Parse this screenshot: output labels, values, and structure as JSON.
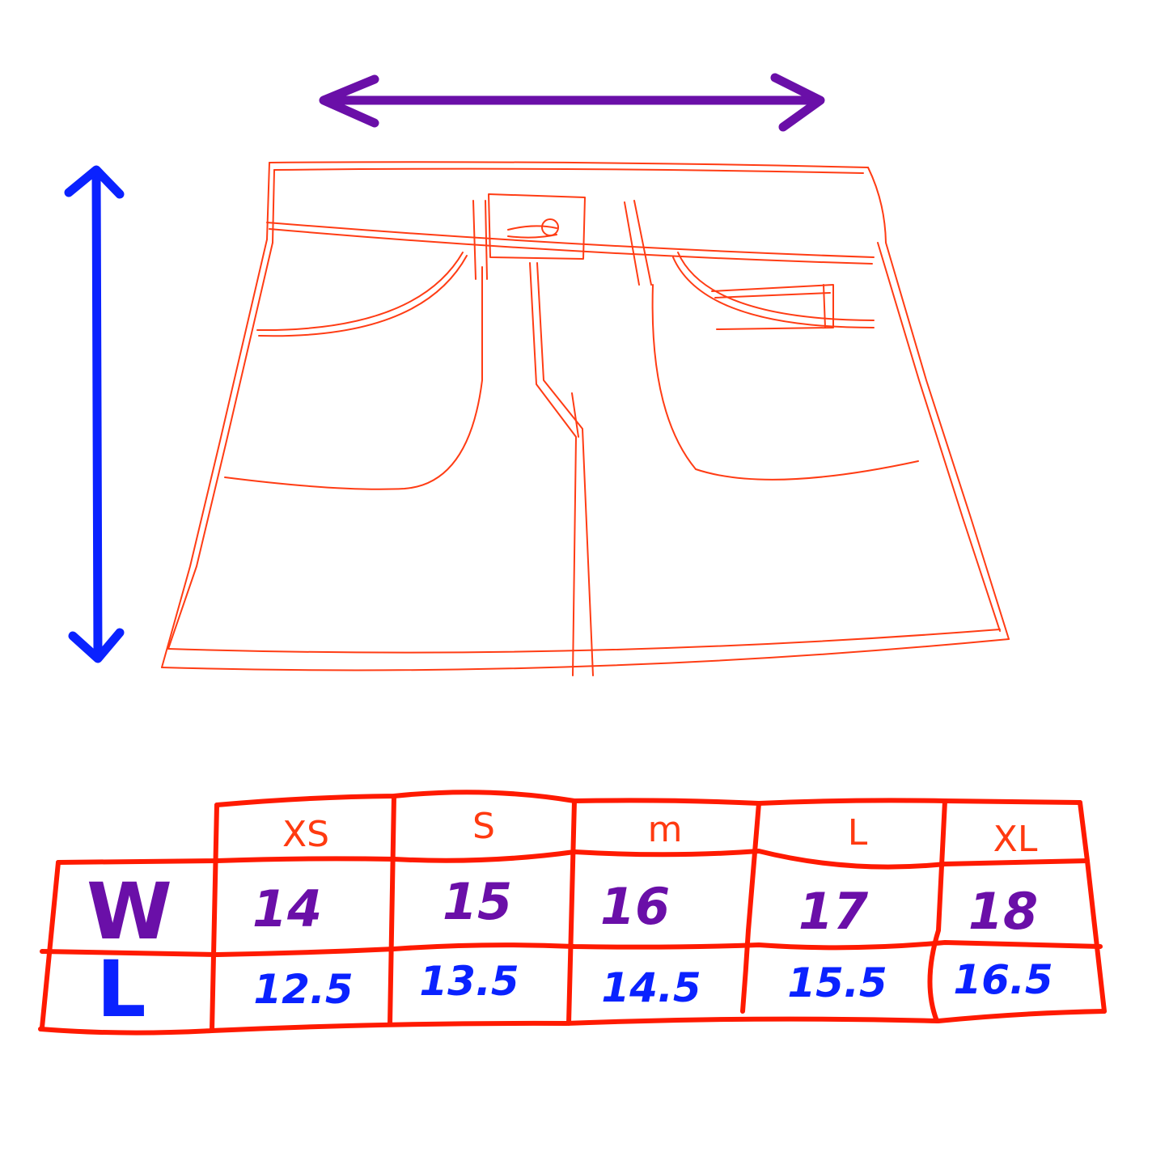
{
  "colors": {
    "skirt_outline": "#ff3c14",
    "grid_line": "#ff1a00",
    "size_header": "#ff3a10",
    "waist": "#6a0fa8",
    "length": "#0a22ff",
    "width_arrow": "#6a0fa8",
    "height_arrow": "#0a22ff"
  },
  "icons": {
    "width_arrow": "double-headed-horizontal-arrow",
    "height_arrow": "double-headed-vertical-arrow",
    "skirt": "denim-mini-skirt-line-drawing"
  },
  "size_chart": {
    "sizes": [
      "XS",
      "S",
      "m",
      "L",
      "XL"
    ],
    "rows": [
      {
        "label": "W",
        "values": [
          "14",
          "15",
          "16",
          "17",
          "18"
        ]
      },
      {
        "label": "L",
        "values": [
          "12.5",
          "13.5",
          "14.5",
          "15.5",
          "16.5"
        ]
      }
    ]
  }
}
